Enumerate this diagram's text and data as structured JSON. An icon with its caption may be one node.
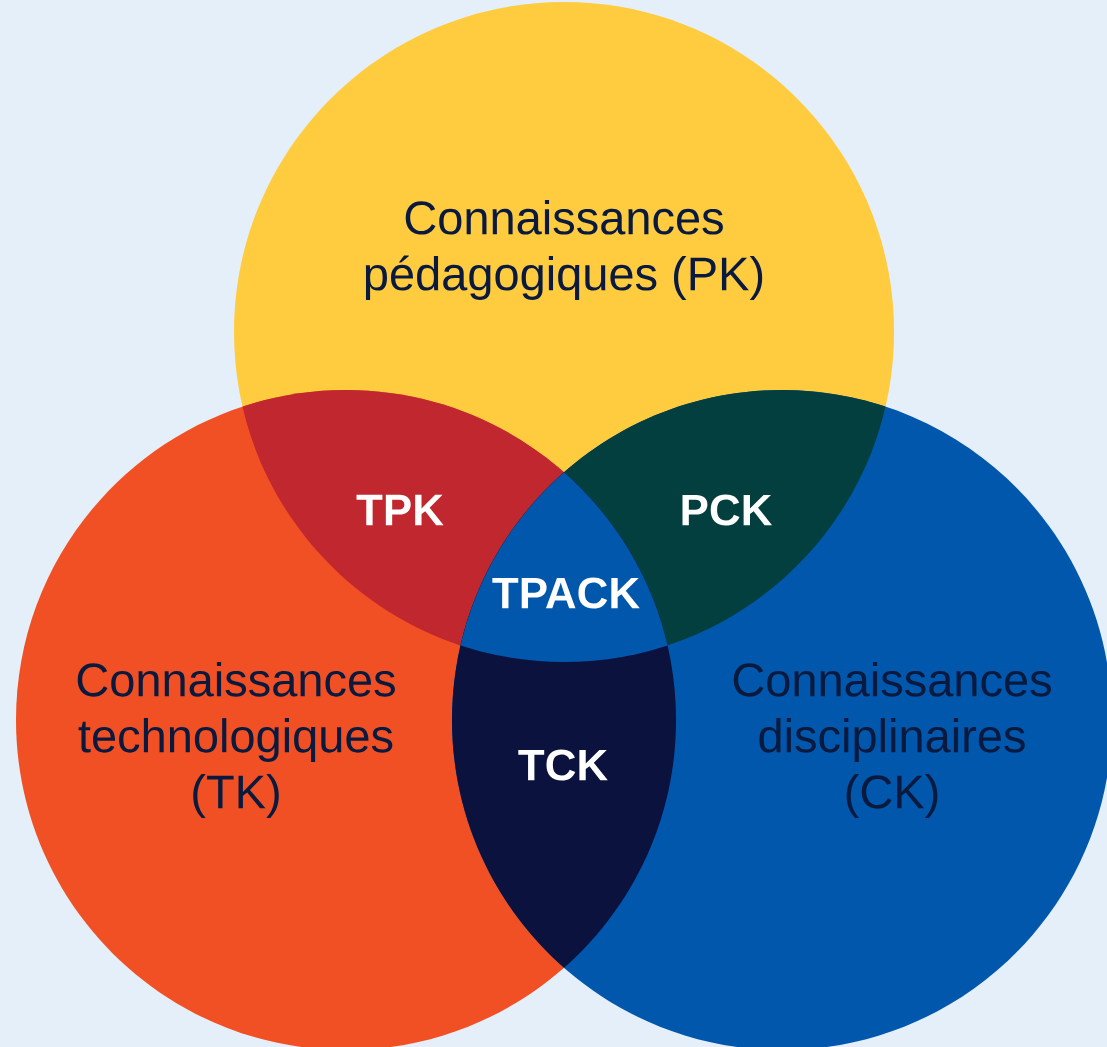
{
  "diagram": {
    "nodes": [
      {
        "text": [
          "Connaissances pédagogiques (PK)"
        ]
      },
      {
        "text": [
          "TPK"
        ]
      },
      {
        "text": [
          "PCK"
        ]
      },
      {
        "text": [
          "TPACK"
        ]
      },
      {
        "text": [
          "Connaissances technologiques (TK)"
        ]
      },
      {
        "text": [
          "TCK"
        ]
      },
      {
        "text": [
          "Connaissances disciplinaires (CK)"
        ]
      }
    ]
  }
}
